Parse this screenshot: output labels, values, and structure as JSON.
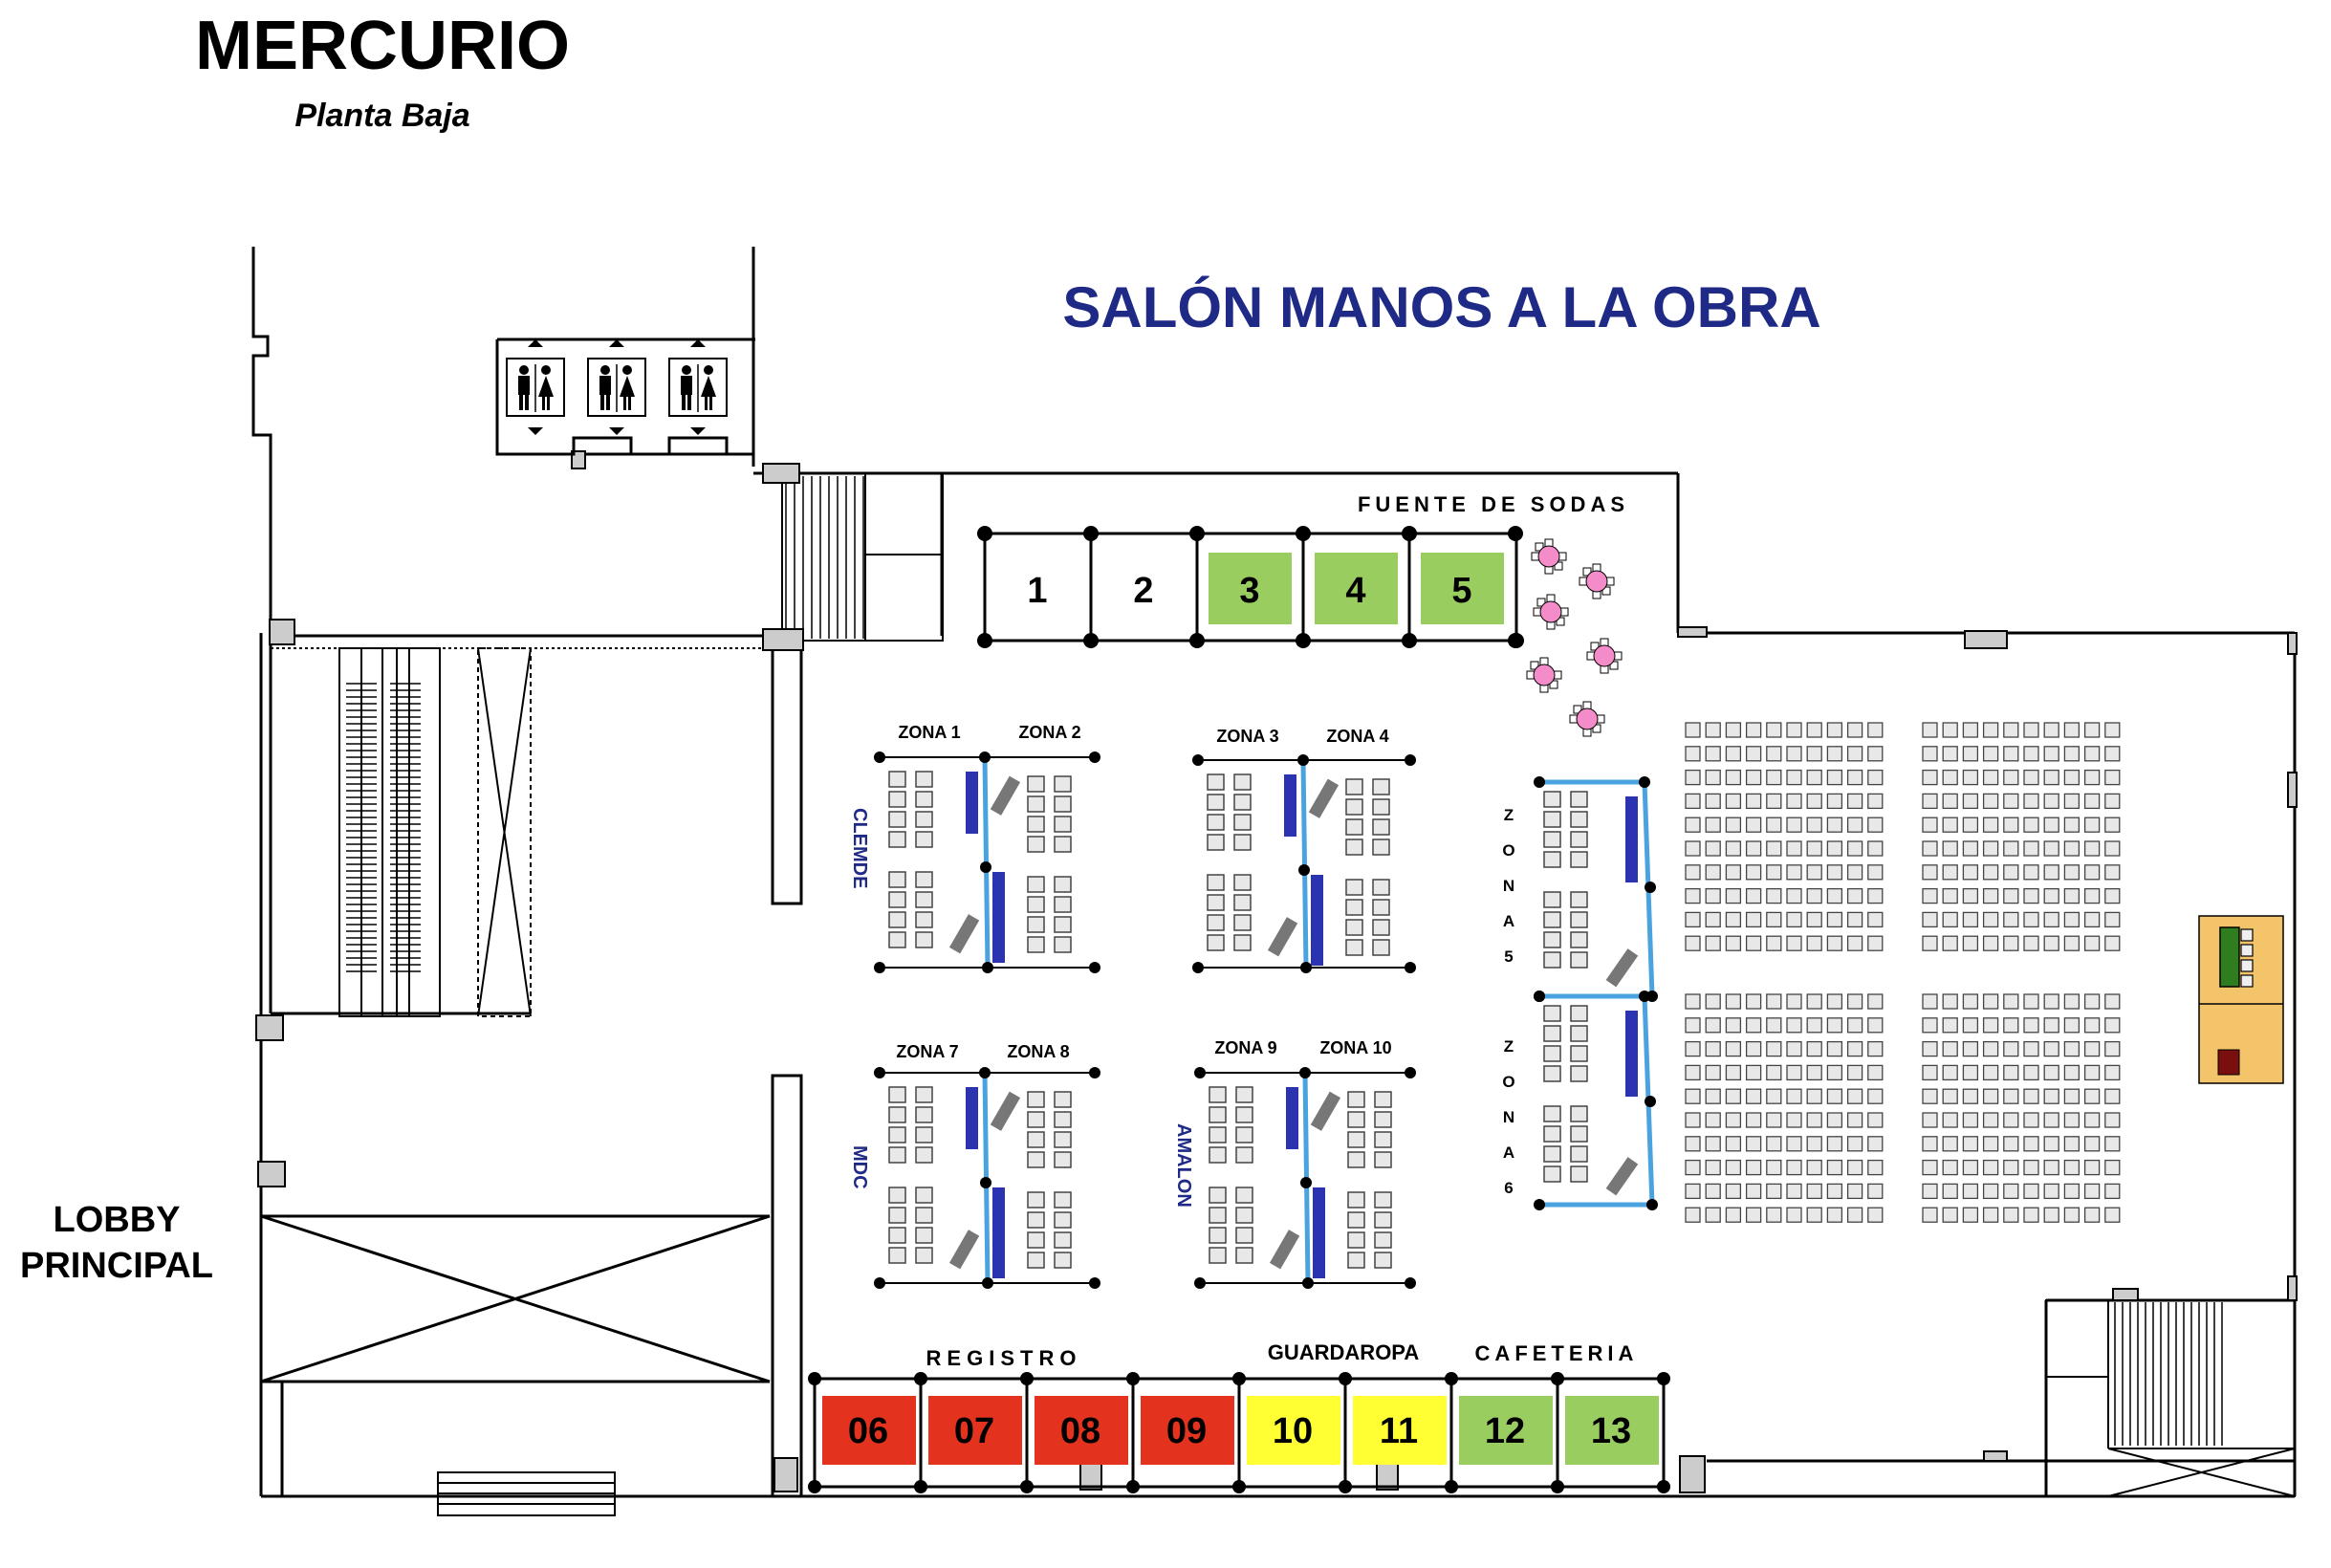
{
  "header": {
    "venue_title": "MERCURIO",
    "floor_subtitle": "Planta Baja",
    "hall_title": "SALÓN MANOS A LA OBRA"
  },
  "labels": {
    "lobby_line1": "LOBBY",
    "lobby_line2": "PRINCIPAL",
    "fuente_de_sodas": "FUENTE   DE   SODAS",
    "registro": "REGISTRO",
    "guardaropa": "GUARDAROPA",
    "cafeteria": "CAFETERIA"
  },
  "colors": {
    "title_blue": "#1f2a86",
    "booth_green": "#9acd5f",
    "booth_red": "#e3321e",
    "booth_yellow": "#ffff33",
    "partition_blue": "#4aa3df",
    "panel_navy": "#2b33b0",
    "chair_gray": "#e8e8e8",
    "table_pink": "#f48cc9",
    "stage_orange": "#f3c46a",
    "stage_green": "#2e7d1e",
    "stage_maroon": "#7a0f0f"
  },
  "top_booths": [
    {
      "number": "1",
      "color": "white"
    },
    {
      "number": "2",
      "color": "white"
    },
    {
      "number": "3",
      "color": "green"
    },
    {
      "number": "4",
      "color": "green"
    },
    {
      "number": "5",
      "color": "green"
    }
  ],
  "bottom_booths": [
    {
      "number": "06",
      "color": "red"
    },
    {
      "number": "07",
      "color": "red"
    },
    {
      "number": "08",
      "color": "red"
    },
    {
      "number": "09",
      "color": "red"
    },
    {
      "number": "10",
      "color": "yellow"
    },
    {
      "number": "11",
      "color": "yellow"
    },
    {
      "number": "12",
      "color": "green"
    },
    {
      "number": "13",
      "color": "green"
    }
  ],
  "zones": {
    "z1": "ZONA 1",
    "z2": "ZONA 2",
    "z3": "ZONA 3",
    "z4": "ZONA 4",
    "z7": "ZONA 7",
    "z8": "ZONA 8",
    "z9": "ZONA 9",
    "z10": "ZONA 10",
    "z5_letters": [
      "Z",
      "O",
      "N",
      "A",
      "5"
    ],
    "z6_letters": [
      "Z",
      "O",
      "N",
      "A",
      "6"
    ]
  },
  "sponsors": {
    "clemde": "CLEMDE",
    "mdc": "MDC",
    "amalon": "AMALON"
  },
  "icons": {
    "restroom": "restroom-icon",
    "escalator": "escalator-icon",
    "round_table": "round-table-icon"
  }
}
